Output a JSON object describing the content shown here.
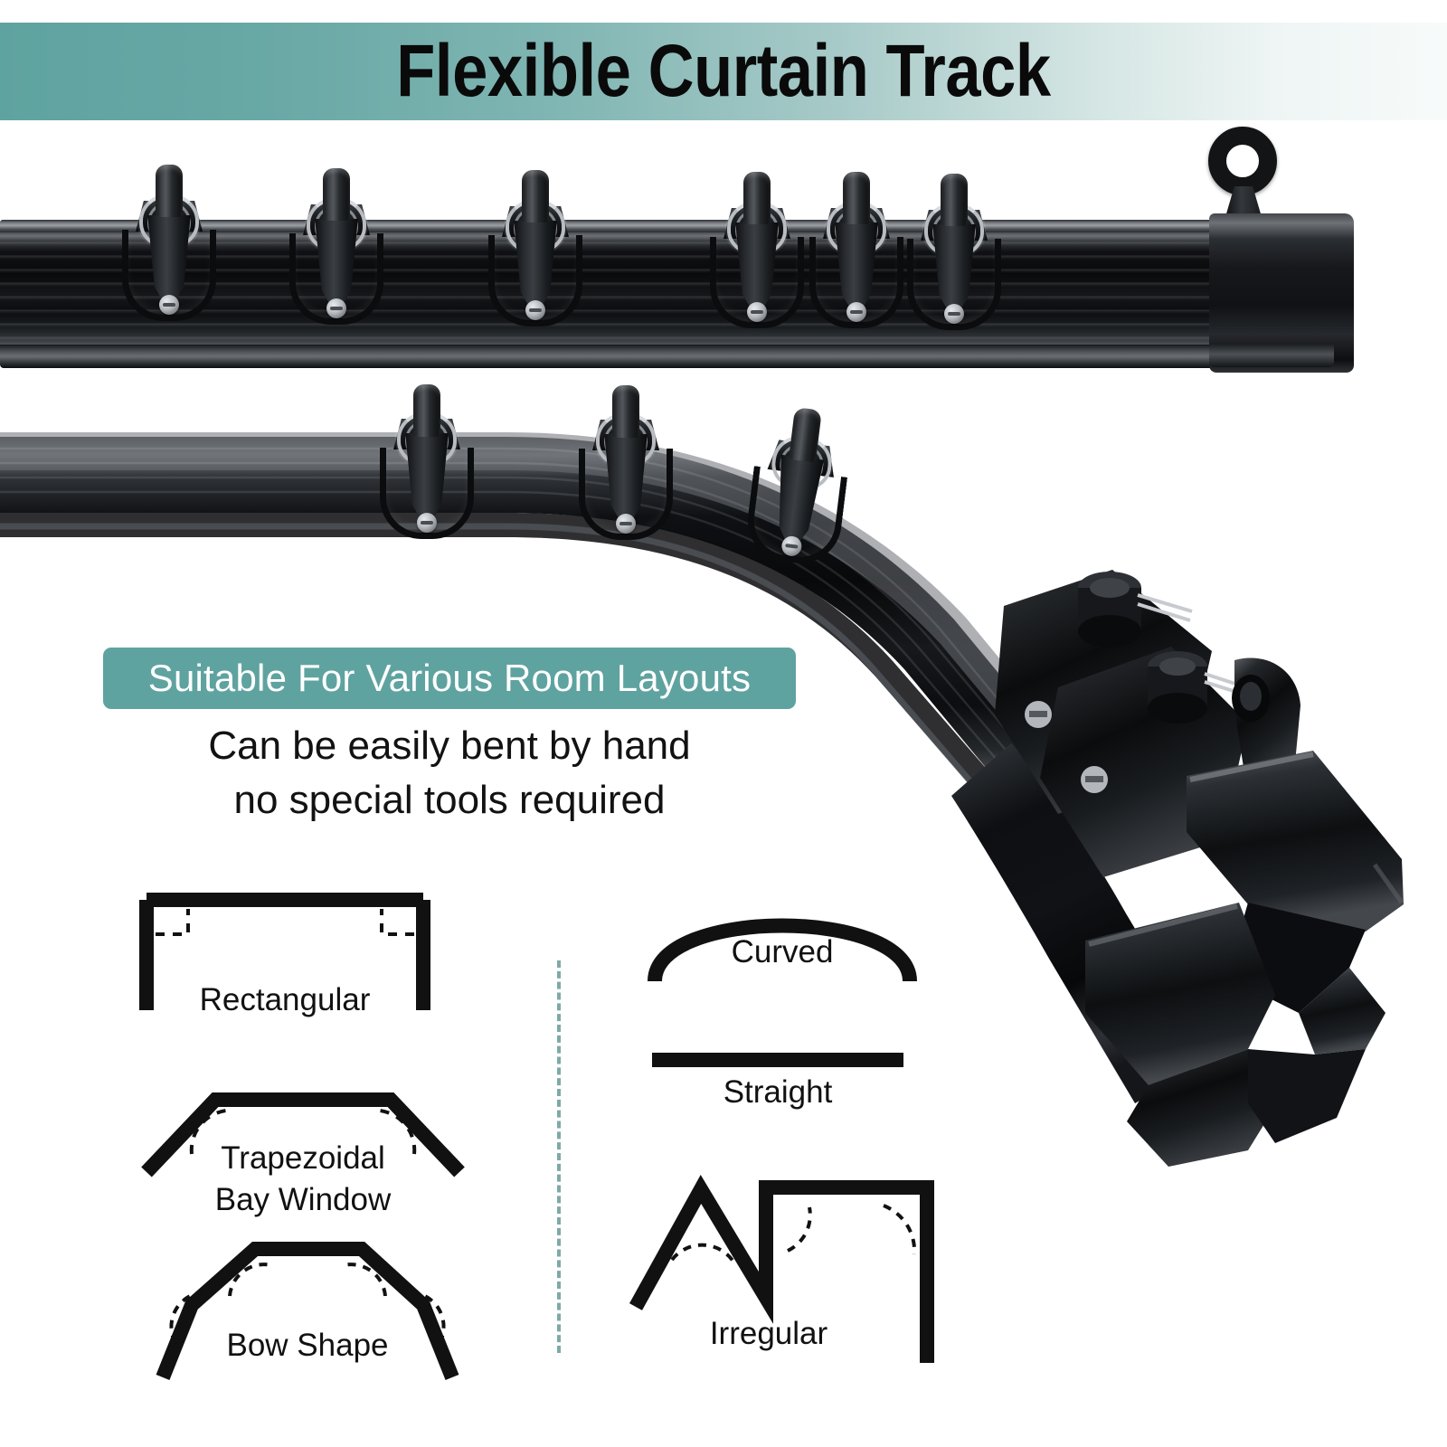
{
  "header": {
    "title": "Flexible Curtain Track",
    "banner_gradient_start": "#5fa3a0",
    "banner_gradient_end": "#f7fbfa"
  },
  "product": {
    "rail_color": "#101114",
    "bracket_count_top_rail": 6,
    "bracket_count_curved_rail": 3,
    "endcap": "eyelet-ring-end-cap",
    "material_finish": "matte-black-ribbed-aluminum"
  },
  "feature": {
    "badge_label": "Suitable For Various Room Layouts",
    "badge_color": "#5fa3a0",
    "badge_text_color": "#ffffff",
    "description_line_1": "Can be easily bent by hand",
    "description_line_2": "no special tools required"
  },
  "shapes": {
    "divider_color": "#7fa9a6",
    "stroke_color": "#111111",
    "left_column": [
      {
        "name": "rectangular",
        "label": "Rectangular",
        "marker": "right-angle-dashed"
      },
      {
        "name": "trapezoidal-bay-window",
        "label": "Trapezoidal\nBay Window",
        "label_line_1": "Trapezoidal",
        "label_line_2": "Bay Window",
        "marker": "arc-dashed"
      },
      {
        "name": "bow-shape",
        "label": "Bow Shape",
        "marker": "arc-dashed"
      }
    ],
    "right_column": [
      {
        "name": "curved",
        "label": "Curved",
        "marker": "none"
      },
      {
        "name": "straight",
        "label": "Straight",
        "marker": "none"
      },
      {
        "name": "irregular",
        "label": "Irregular",
        "marker": "arc-dashed"
      }
    ]
  }
}
